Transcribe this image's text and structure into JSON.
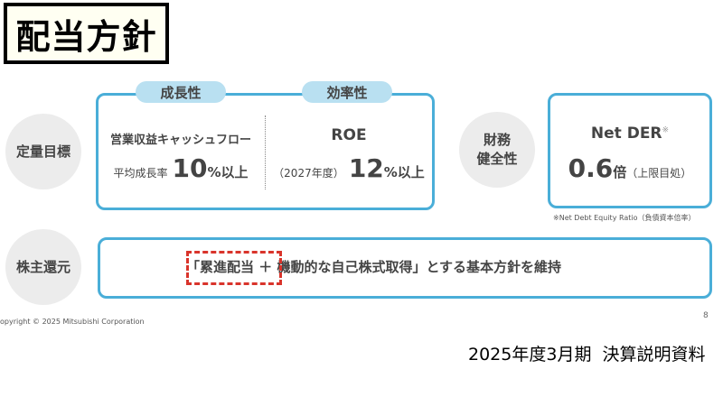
{
  "title": "配当方針",
  "quantitative": {
    "label": "定量目標",
    "growth": {
      "pill": "成長性",
      "metric": "営業収益キャッシュフロー",
      "prefix": "平均成長率",
      "value": "10",
      "unit": "%以上"
    },
    "efficiency": {
      "pill": "効率性",
      "metric": "ROE",
      "prefix": "（2027年度）",
      "value": "12",
      "unit": "%以上"
    }
  },
  "financial": {
    "label_line1": "財務",
    "label_line2": "健全性",
    "metric": "Net DER",
    "mark": "※",
    "value": "0.6",
    "unit": "倍",
    "note": "（上限目処）",
    "footnote": "※Net Debt Equity Ratio（負債資本倍率）"
  },
  "shareholder": {
    "label": "株主還元",
    "open": "「",
    "highlight": "累進配当",
    "rest": " ＋ 機動的な自己株式取得」とする基本方針を維持"
  },
  "footer": {
    "copyright": "opyright © 2025 Mitsubishi Corporation",
    "page": "8",
    "doc_title": "2025年度3月期  決算説明資料"
  }
}
